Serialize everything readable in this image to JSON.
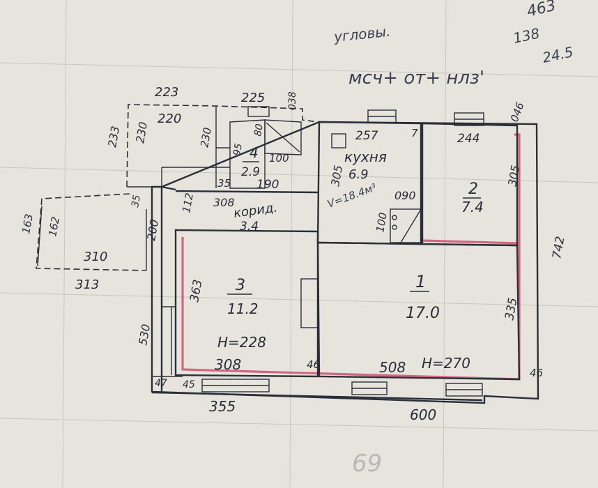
{
  "header_notes": {
    "corner_1": "463",
    "corner_2": "138",
    "corner_3": "24.5",
    "scribble": "угловы.",
    "summary": "мсч+ от+ нлз'",
    "page_number": "69"
  },
  "rooms": {
    "r1": {
      "number": "1",
      "area": "17.0",
      "height": "Н=270"
    },
    "r2": {
      "number": "2",
      "area": "7.4"
    },
    "r3": {
      "number": "3",
      "area": "11.2",
      "height": "Н=228"
    },
    "r4": {
      "number": "4",
      "area": "2.9"
    },
    "kitchen": {
      "name": "кухня",
      "area": "6.9",
      "volume": "V=18.4м³"
    },
    "corridor": {
      "name": "корид.",
      "area": "3.4"
    }
  },
  "dimensions": {
    "d223": "223",
    "d220": "220",
    "d225": "225",
    "d038": "038",
    "d046": "046",
    "d233": "233",
    "d230a": "230",
    "d230b": "230",
    "d80": "80",
    "d95": "95",
    "d100a": "100",
    "d190": "190",
    "d35a": "35",
    "d35b": "35",
    "d257": "257",
    "d7": "7",
    "d244": "244",
    "d305a": "305",
    "d305b": "305",
    "d090": "090",
    "d100b": "100",
    "d112": "112",
    "d308a": "308",
    "d200": "200",
    "d163": "163",
    "d162": "162",
    "d310": "310",
    "d313": "313",
    "d363": "363",
    "d335": "335",
    "d742": "742",
    "d530": "530",
    "d308b": "308",
    "d508": "508",
    "d46a": "46",
    "d46b": "46",
    "d47": "47",
    "d45": "45",
    "d355": "355",
    "d600": "600"
  },
  "colors": {
    "paper": "#e6e4dc",
    "ink": "#2a2f3a",
    "red_marker": "#d0506e"
  }
}
